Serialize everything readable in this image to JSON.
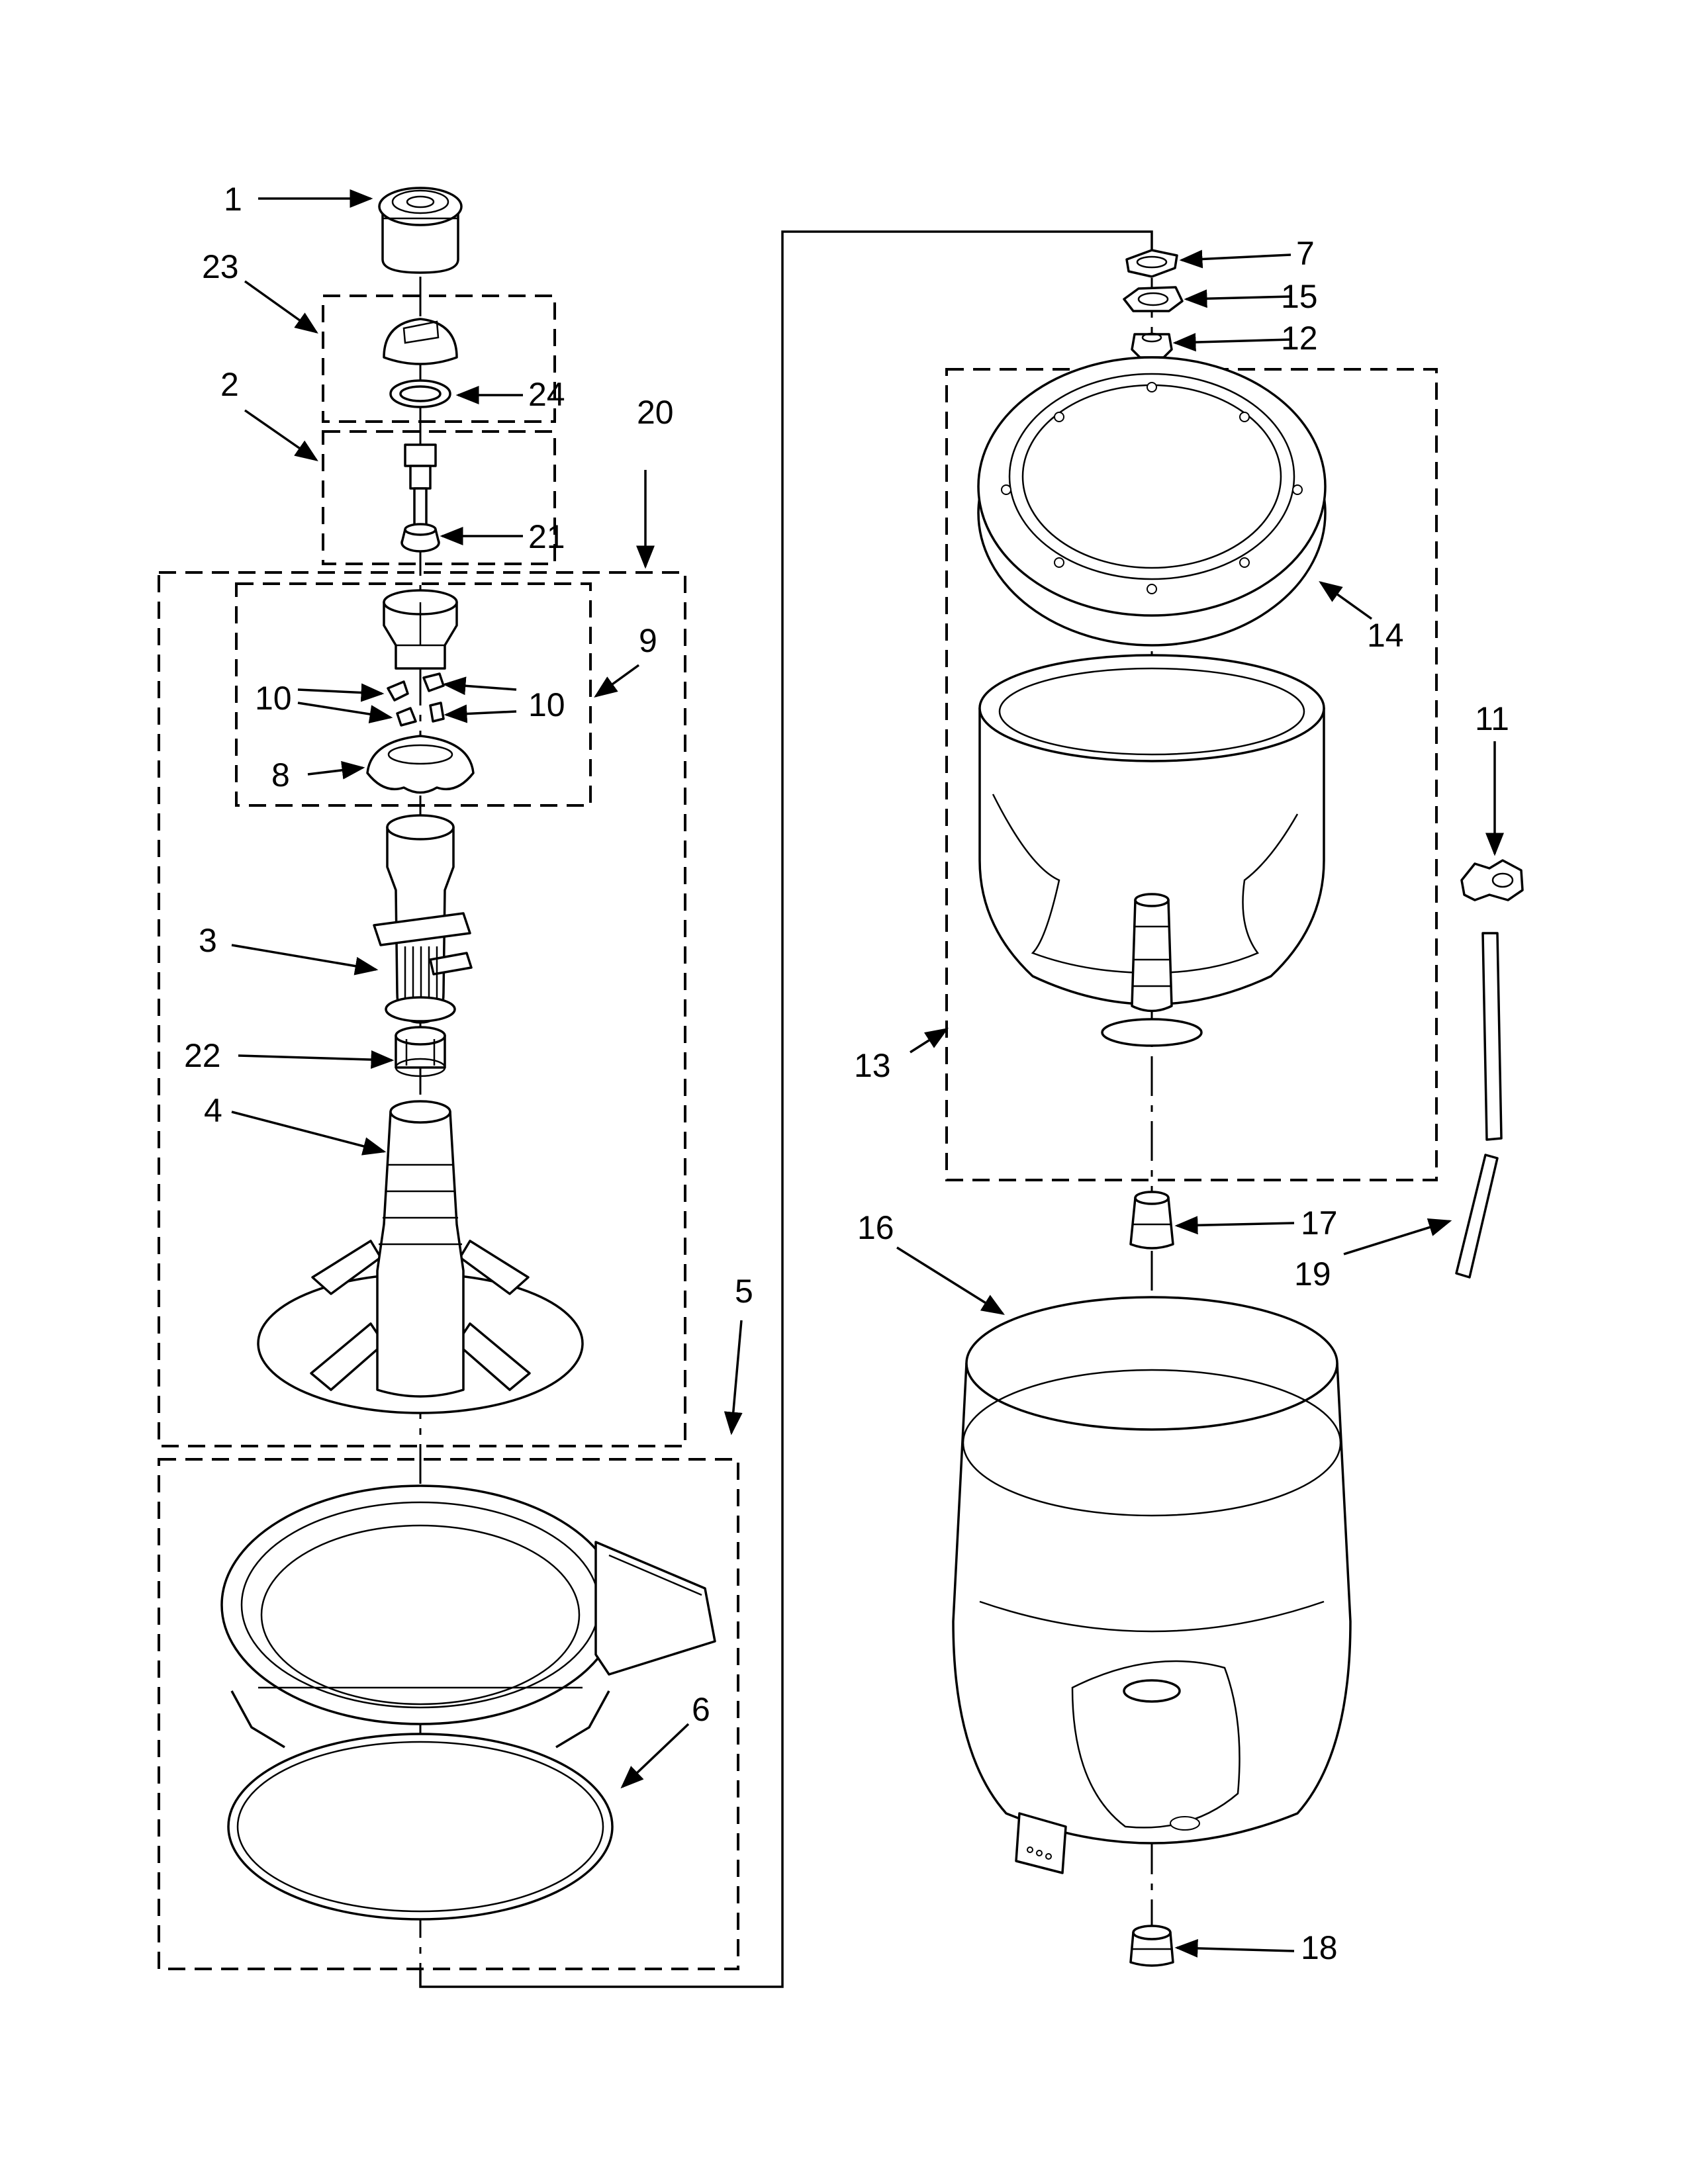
{
  "callouts": {
    "c1": "1",
    "c2": "2",
    "c3": "3",
    "c4": "4",
    "c5": "5",
    "c6": "6",
    "c7": "7",
    "c8": "8",
    "c9": "9",
    "c10a": "10",
    "c10b": "10",
    "c11": "11",
    "c12": "12",
    "c13": "13",
    "c14": "14",
    "c15": "15",
    "c16": "16",
    "c17": "17",
    "c18": "18",
    "c19": "19",
    "c20": "20",
    "c21": "21",
    "c22": "22",
    "c23": "23",
    "c24": "24"
  }
}
